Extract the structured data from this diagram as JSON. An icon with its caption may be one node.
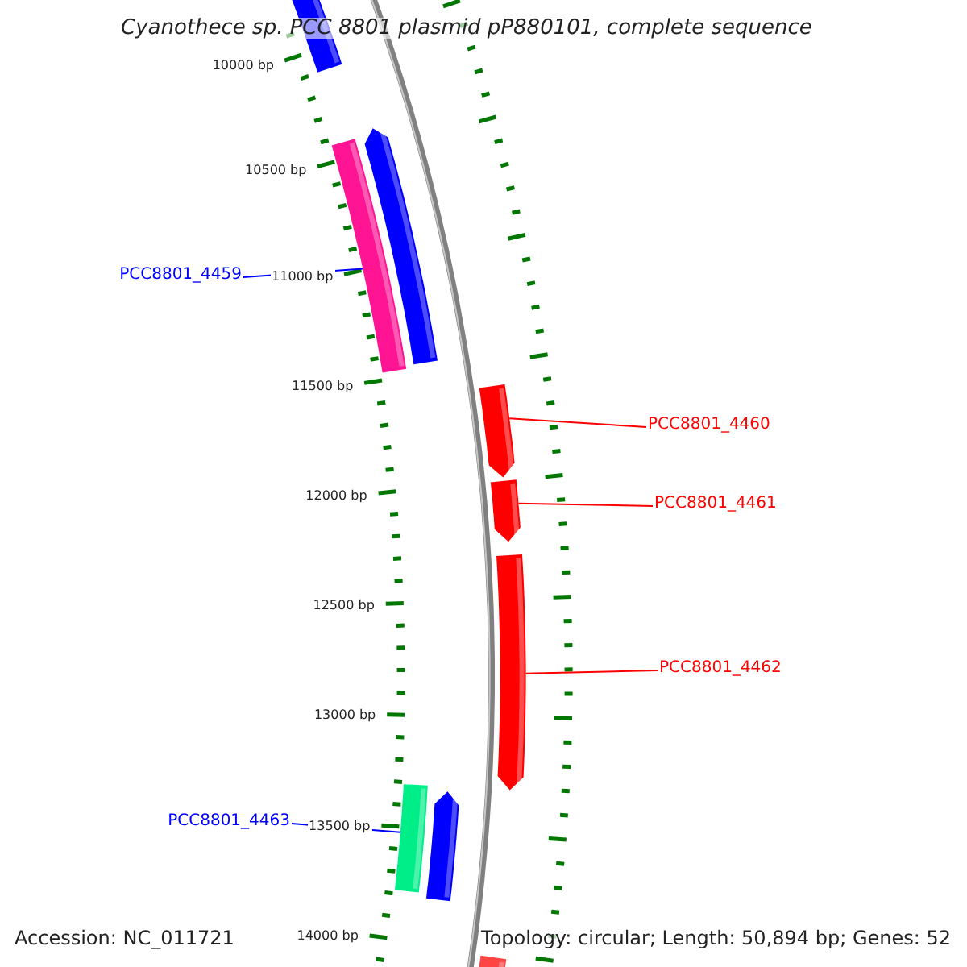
{
  "diagram": {
    "title": "Cyanothece sp. PCC 8801 plasmid pP880101, complete sequence",
    "nodes": [
      {
        "text": [
          "PCC8801_4459"
        ]
      },
      {
        "text": [],
        "shape": "bar"
      },
      {
        "text": [
          "PCC8801_4460"
        ]
      },
      {
        "text": [],
        "shape": "bar"
      },
      {
        "text": [
          "PCC8801_4461"
        ]
      },
      {
        "text": [],
        "shape": "bar"
      },
      {
        "text": [
          "PCC8801_4462"
        ]
      },
      {
        "text": [],
        "shape": "bar"
      },
      {
        "text": [
          "PCC8801_4463"
        ]
      },
      {
        "text": [],
        "shape": "bar"
      },
      {
        "text": [],
        "shape": "bar"
      },
      {
        "text": [],
        "shape": "bar"
      },
      {
        "text": [],
        "shape": "bar"
      },
      {
        "text": [],
        "shape": "bar"
      }
    ],
    "edges": [
      {
        "from": 0,
        "to": 1,
        "arrow": "none",
        "color": "#0000ff"
      },
      {
        "from": 2,
        "to": 3,
        "arrow": "none"
      },
      {
        "from": 4,
        "to": 5,
        "arrow": "none"
      },
      {
        "from": 6,
        "to": 7,
        "arrow": "none"
      },
      {
        "from": 8,
        "to": 9,
        "arrow": "none",
        "color": "#0000ff"
      }
    ],
    "labels": [
      "10000 bp",
      "10500 bp",
      "11000 bp",
      "11500 bp",
      "12000 bp",
      "12500 bp",
      "13000 bp",
      "13500 bp",
      "14000 bp",
      "Accession: NC_011721",
      "Topology: circular; Length: 50,894 bp; Genes: 52"
    ]
  }
}
